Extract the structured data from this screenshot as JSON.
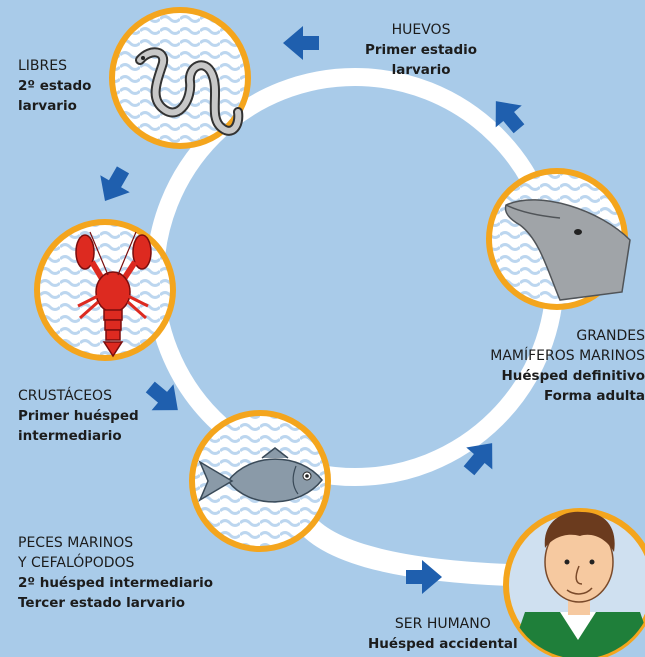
{
  "stages": {
    "huevos": {
      "title": "HUEVOS",
      "lines": [
        "Primer estadio",
        "larvario"
      ]
    },
    "libres": {
      "title": "LIBRES",
      "lines": [
        "2º estado",
        "larvario"
      ]
    },
    "crustaceos": {
      "title": "CRUSTÁCEOS",
      "lines": [
        "Primer huésped",
        "intermediario"
      ]
    },
    "peces": {
      "title_lines": [
        "PECES MARINOS",
        "Y CEFALÓPODOS"
      ],
      "lines": [
        "2º huésped intermediario",
        "Tercer estado larvario"
      ]
    },
    "mamiferos": {
      "title_lines": [
        "GRANDES",
        "MAMÍFEROS MARINOS"
      ],
      "lines": [
        "Huésped definitivo",
        "Forma adulta"
      ]
    },
    "humano": {
      "title": "SER HUMANO",
      "lines": [
        "Huésped accidental"
      ]
    }
  },
  "colors": {
    "background": "#a9cbe9",
    "ring": "#ffffff",
    "arrow": "#1f5fae",
    "circle_border": "#f4a51d",
    "wave": "#bcd6ef"
  },
  "icons": [
    "worm-icon",
    "lobster-icon",
    "fish-icon",
    "dolphin-icon",
    "human-face-icon"
  ]
}
